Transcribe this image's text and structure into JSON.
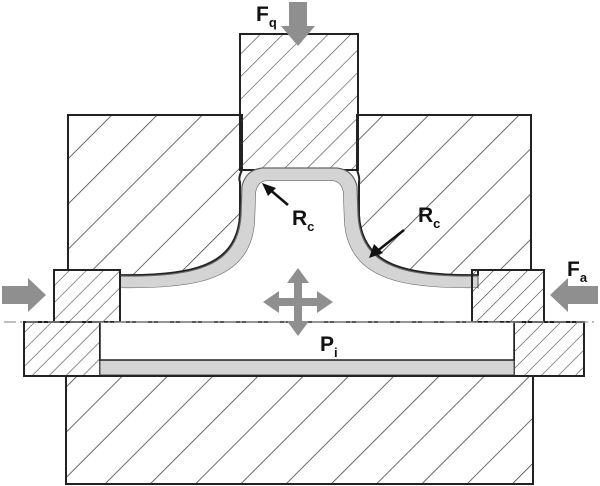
{
  "labels": {
    "force_top": {
      "main": "F",
      "sub": "q"
    },
    "force_axial": {
      "main": "F",
      "sub": "a"
    },
    "radius_left": {
      "main": "R",
      "sub": "c"
    },
    "radius_right": {
      "main": "R",
      "sub": "c"
    },
    "pressure": {
      "main": "P",
      "sub": "i"
    }
  },
  "colors": {
    "outline": "#222222",
    "hatch": "#444444",
    "tube": "#d4d4d4",
    "arrow": "#8f8f8f",
    "pointer": "#111111",
    "axis": "#999999"
  }
}
